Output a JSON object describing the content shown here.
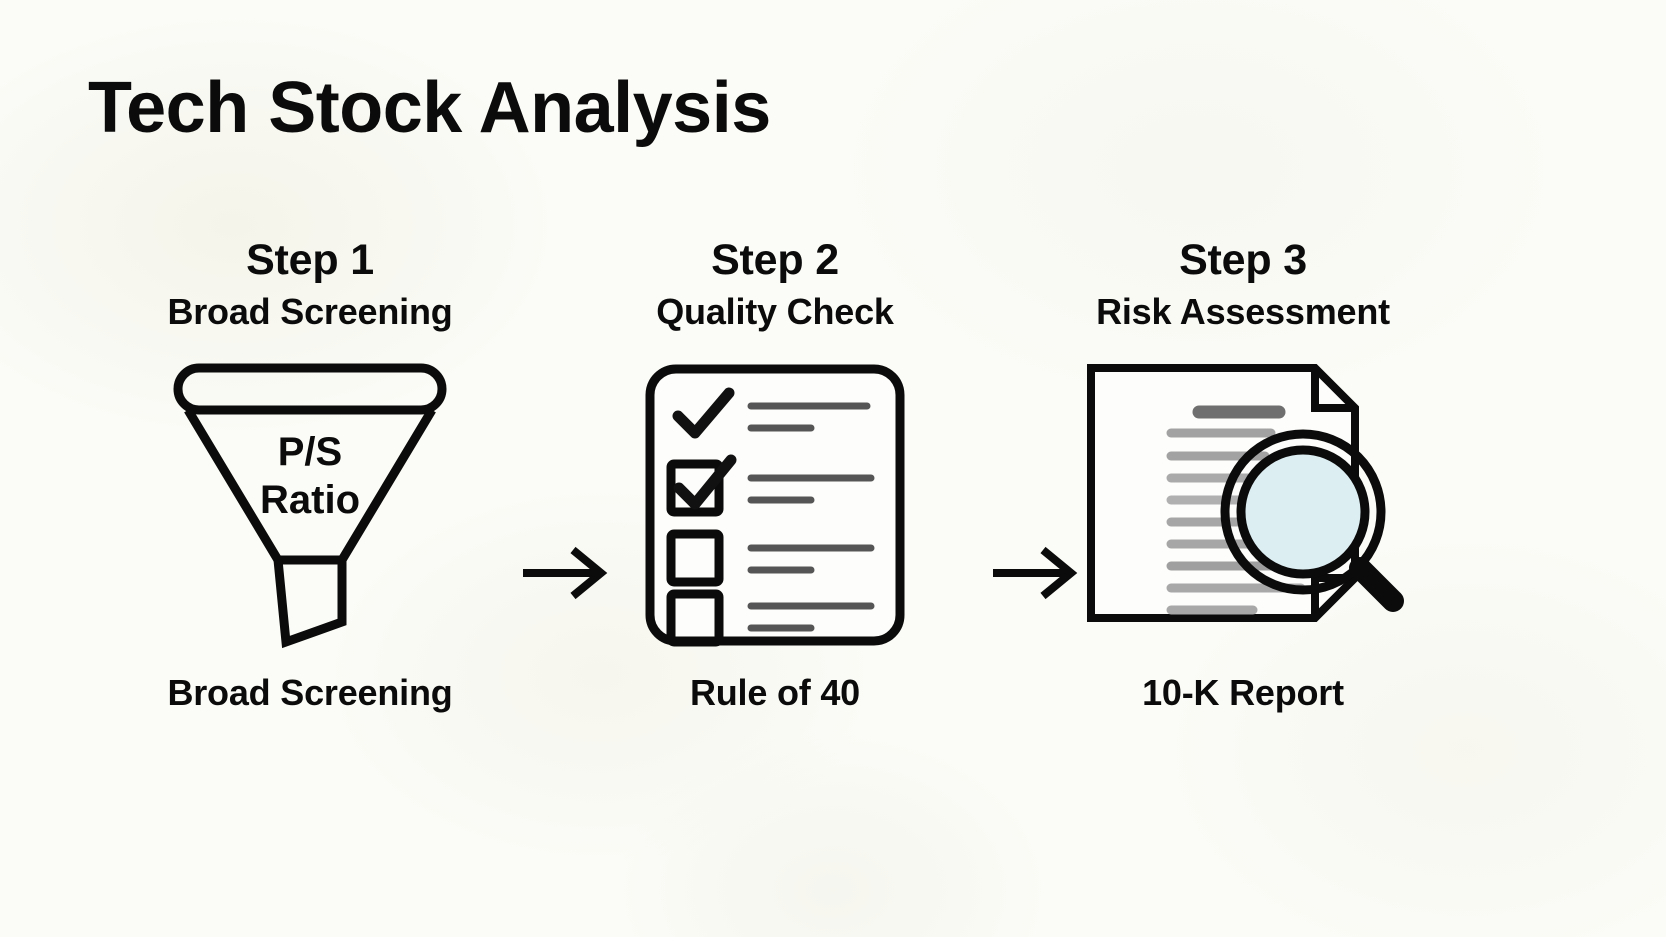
{
  "page": {
    "title": "Tech Stock Analysis",
    "background_color": "#fbfbf7",
    "ink_color": "#0b0b0b",
    "line_gray": "#5a5a5a",
    "doc_line_gray": "#a9a9a9",
    "lens_tint": "#ddeef3"
  },
  "steps": [
    {
      "number": "Step 1",
      "subtitle": "Broad Screening",
      "caption": "Broad Screening",
      "icon": "funnel-icon",
      "funnel_label_line1": "P/S",
      "funnel_label_line2": "Ratio"
    },
    {
      "number": "Step 2",
      "subtitle": "Quality Check",
      "caption": "Rule of 40",
      "icon": "checklist-icon",
      "checklist_rows": [
        {
          "state": "check-only"
        },
        {
          "state": "checked-box"
        },
        {
          "state": "empty-box"
        },
        {
          "state": "empty-box"
        }
      ]
    },
    {
      "number": "Step 3",
      "subtitle": "Risk Assessment",
      "caption": "10-K Report",
      "icon": "document-magnifier-icon"
    }
  ],
  "connectors": [
    {
      "name": "arrow-step1-to-step2",
      "direction": "right"
    },
    {
      "name": "arrow-step2-to-step3",
      "direction": "right"
    }
  ]
}
